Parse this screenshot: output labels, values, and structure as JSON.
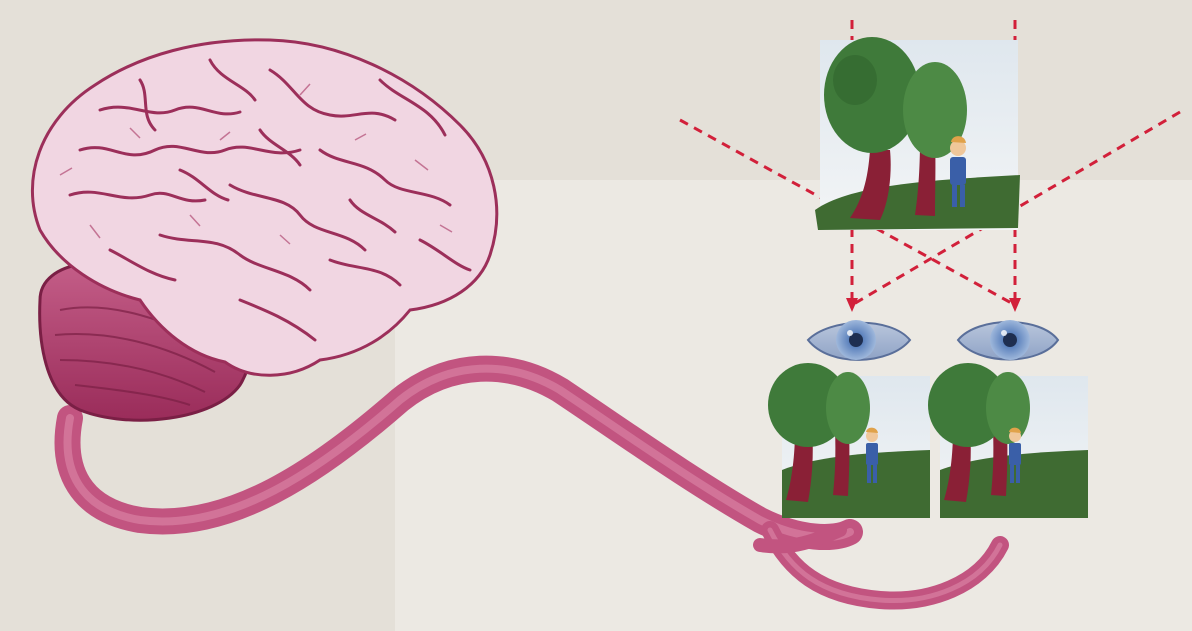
{
  "figure": {
    "elements": [
      {
        "name": "brain",
        "icon": "brain-icon"
      },
      {
        "name": "optic-nerve",
        "icon": "nerve-icon"
      },
      {
        "name": "scene",
        "icon": "tree-figure-scene"
      },
      {
        "name": "left-eye",
        "icon": "eye-icon"
      },
      {
        "name": "right-eye",
        "icon": "eye-icon"
      },
      {
        "name": "left-eye-view",
        "icon": "tree-figure-scene"
      },
      {
        "name": "right-eye-view",
        "icon": "tree-figure-scene"
      }
    ],
    "colors": {
      "brain_fill": "#f1d6e2",
      "brain_lines": "#9c2f5a",
      "cerebellum": "#a83a68",
      "nerve": "#c25480",
      "eye_iris": "#6c8fc5",
      "tree_foliage": "#3f7a3a",
      "tree_trunk": "#8a2036",
      "grass": "#3f6b32",
      "sight_lines": "#d2203a",
      "sky": "#e8eef2"
    }
  }
}
